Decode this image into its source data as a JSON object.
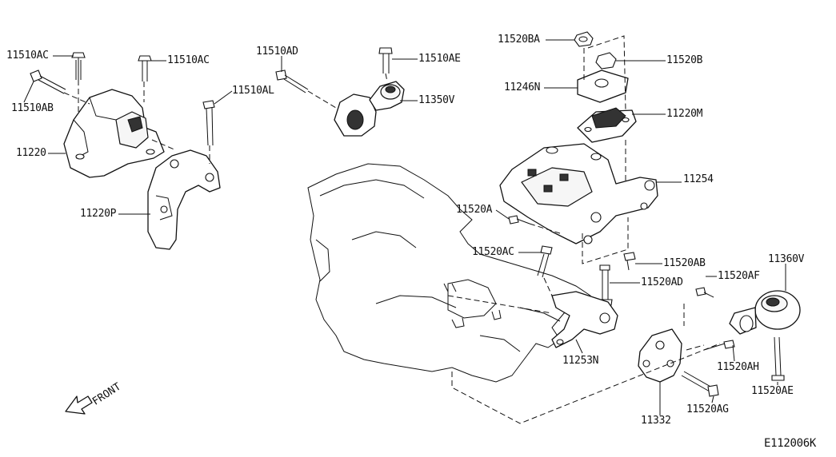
{
  "diagram": {
    "labels": {
      "p11510AC_left": "11510AC",
      "p11510AC_right": "11510AC",
      "p11510AB": "11510AB",
      "p11220": "11220",
      "p11220P": "11220P",
      "p11510AD": "11510AD",
      "p11510AE": "11510AE",
      "p11350V": "11350V",
      "p11510AL": "11510AL",
      "p11520BA": "11520BA",
      "p11520B": "11520B",
      "p11246N": "11246N",
      "p11220M": "11220M",
      "p11254": "11254",
      "p11520A": "11520A",
      "p11520AC": "11520AC",
      "p11520AB": "11520AB",
      "p11520AD": "11520AD",
      "p11520AF": "11520AF",
      "p11360V": "11360V",
      "p11253N": "11253N",
      "p11520AH": "11520AH",
      "p11520AE": "11520AE",
      "p11332": "11332",
      "p11520AG": "11520AG"
    },
    "front_label": "FRONT",
    "diagram_code": "E112006K"
  }
}
